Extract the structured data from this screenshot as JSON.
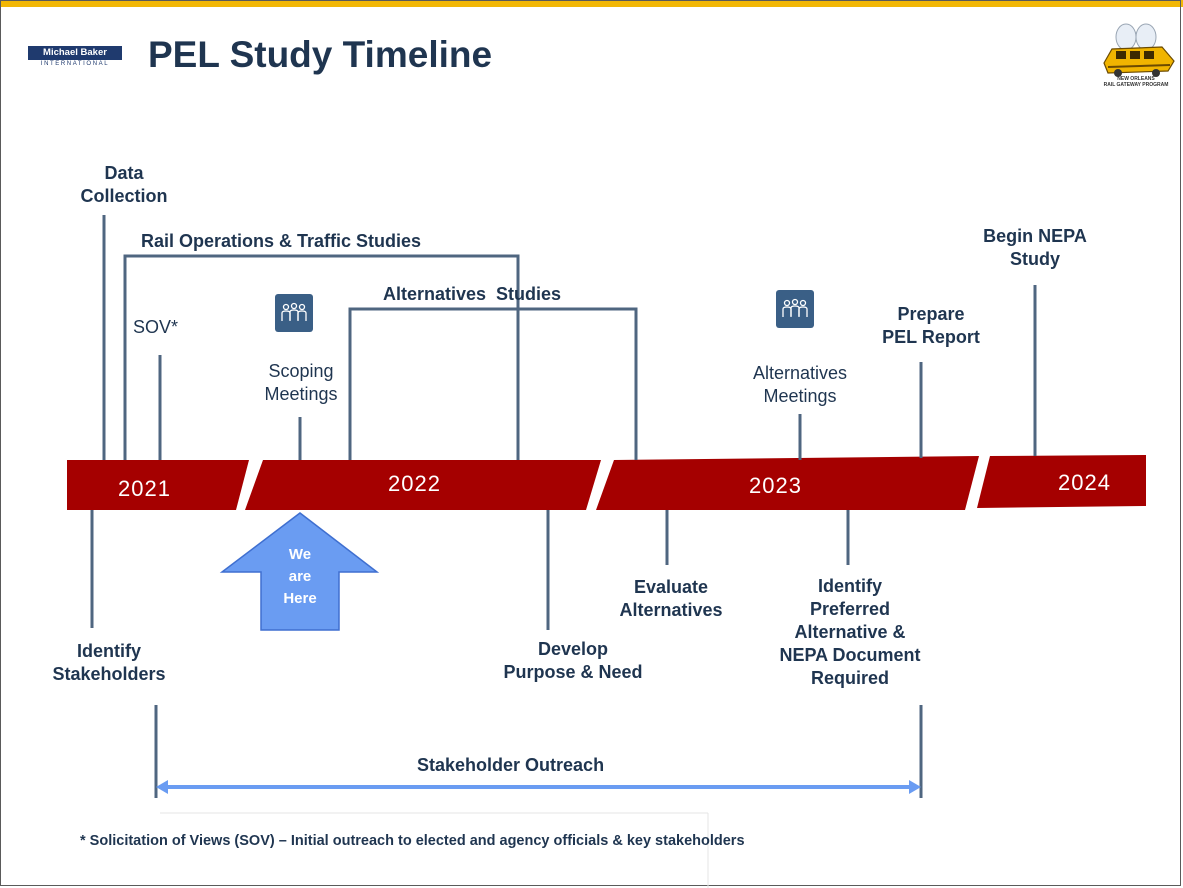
{
  "header": {
    "title": "PEL Study Timeline",
    "logo_left": {
      "name": "Michael Baker",
      "sub": "INTERNATIONAL"
    },
    "logo_right": {
      "caption_line1": "NEW ORLEANS",
      "caption_line2": "RAIL GATEWAY PROGRAM"
    }
  },
  "colors": {
    "bar": "#a50000",
    "line": "#4f6680",
    "title": "#1f3550",
    "arrow": "#6a9cf2",
    "outreach": "#6a9cf2",
    "topbar": "#f2b705"
  },
  "timeline": {
    "years": [
      "2021",
      "2022",
      "2023",
      "2024"
    ]
  },
  "above": {
    "data_collection": [
      "Data",
      "Collection"
    ],
    "rail_ops": "Rail Operations & Traffic Studies",
    "sov": "SOV*",
    "scoping": [
      "Scoping",
      "Meetings"
    ],
    "alternatives_studies": "Alternatives  Studies",
    "alternatives_meetings": [
      "Alternatives",
      "Meetings"
    ],
    "prepare_pel": [
      "Prepare",
      "PEL Report"
    ],
    "begin_nepa": [
      "Begin NEPA",
      "Study"
    ]
  },
  "below": {
    "identify_stakeholders": [
      "Identify",
      "Stakeholders"
    ],
    "develop_purpose": [
      "Develop",
      "Purpose & Need"
    ],
    "evaluate_alternatives": [
      "Evaluate",
      "Alternatives"
    ],
    "identify_preferred": [
      "Identify",
      "Preferred",
      "Alternative &",
      "NEPA Document",
      "Required"
    ]
  },
  "we_are_here": [
    "We",
    "are",
    "Here"
  ],
  "outreach_label": "Stakeholder Outreach",
  "footnote": "* Solicitation of Views (SOV) – Initial outreach to elected and agency officials & key stakeholders",
  "icons": [
    "meeting-group-icon",
    "meeting-group-icon"
  ]
}
